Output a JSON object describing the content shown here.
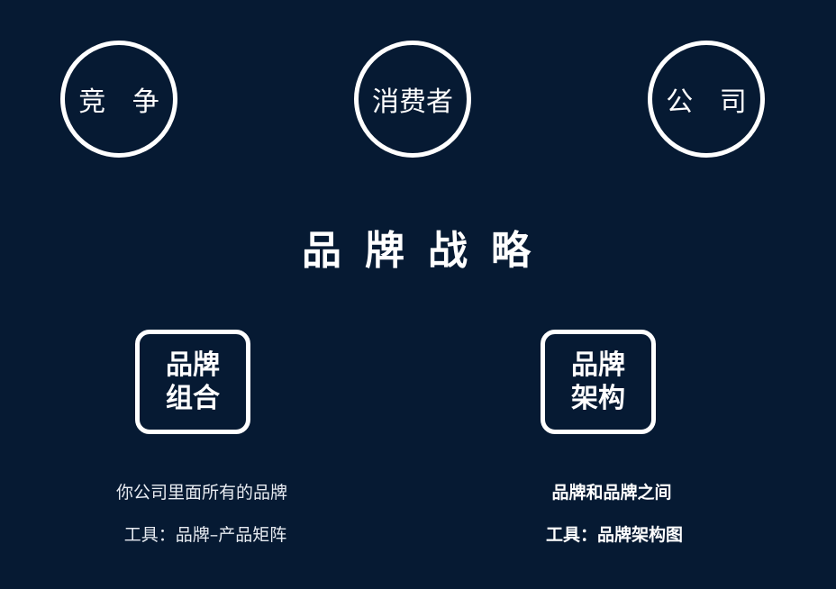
{
  "colors": {
    "background": "#061a33",
    "foreground": "#ffffff"
  },
  "top_circles": [
    {
      "label": "竞 争"
    },
    {
      "label": "消费者"
    },
    {
      "label": "公 司"
    }
  ],
  "title": "品牌战略",
  "boxes": [
    {
      "line1": "品牌",
      "line2": "组合",
      "description": "你公司里面所有的品牌",
      "tool": "工具：品牌–产品矩阵"
    },
    {
      "line1": "品牌",
      "line2": "架构",
      "description": "品牌和品牌之间",
      "tool": "工具：品牌架构图"
    }
  ]
}
